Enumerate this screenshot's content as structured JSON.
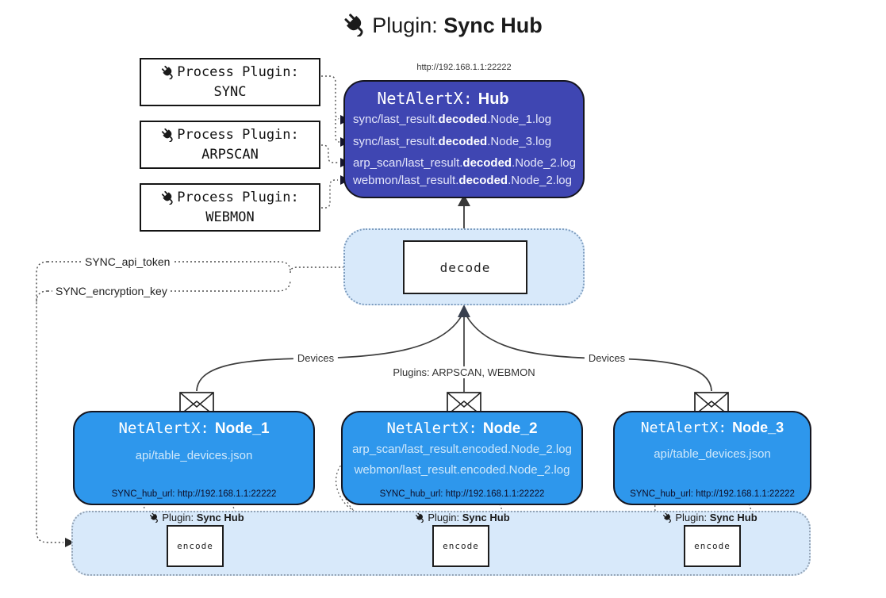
{
  "title": {
    "prefix": "Plugin:",
    "bold": "Sync Hub"
  },
  "process_plugins": [
    {
      "label": "Process Plugin:",
      "name": "SYNC"
    },
    {
      "label": "Process Plugin:",
      "name": "ARPSCAN"
    },
    {
      "label": "Process Plugin:",
      "name": "WEBMON"
    }
  ],
  "hub": {
    "url": "http://192.168.1.1:22222",
    "title_prefix": "NetAlertX:",
    "title_name": "Hub",
    "files": [
      {
        "pre": "sync/last_result.",
        "bold": "decoded",
        "post": ".Node_1.log"
      },
      {
        "pre": "sync/last_result.",
        "bold": "decoded",
        "post": ".Node_3.log"
      },
      {
        "pre": "arp_scan/last_result.",
        "bold": "decoded",
        "post": ".Node_2.log"
      },
      {
        "pre": "webmon/last_result.",
        "bold": "decoded",
        "post": ".Node_2.log"
      }
    ]
  },
  "decode_label": "decode",
  "encode_label": "encode",
  "config": {
    "api_token": "SYNC_api_token",
    "encryption_key": "SYNC_encryption_key"
  },
  "edge_labels": {
    "left": "Devices",
    "middle": "Plugins: ARPSCAN, WEBMON",
    "right": "Devices"
  },
  "nodes": [
    {
      "title_prefix": "NetAlertX:",
      "title_name": "Node_1",
      "files": [
        "api/table_devices.json"
      ],
      "hub_url": "SYNC_hub_url: http://192.168.1.1:22222"
    },
    {
      "title_prefix": "NetAlertX:",
      "title_name": "Node_2",
      "files": [
        "arp_scan/last_result.encoded.Node_2.log",
        "webmon/last_result.encoded.Node_2.log"
      ],
      "hub_url": "SYNC_hub_url: http://192.168.1.1:22222"
    },
    {
      "title_prefix": "NetAlertX:",
      "title_name": "Node_3",
      "files": [
        "api/table_devices.json"
      ],
      "hub_url": "SYNC_hub_url: http://192.168.1.1:22222"
    }
  ],
  "bottom_plugin_label": {
    "prefix": "Plugin:",
    "bold": "Sync Hub"
  },
  "colors": {
    "hub_fill": "#3f46b2",
    "node_fill": "#2e97ec",
    "panel_fill": "#d8e9fa",
    "hub_text": "#e4e6fa",
    "node_text": "#cfe8fb",
    "solid_line": "#3d3d3d",
    "dotted_line": "#555555"
  }
}
